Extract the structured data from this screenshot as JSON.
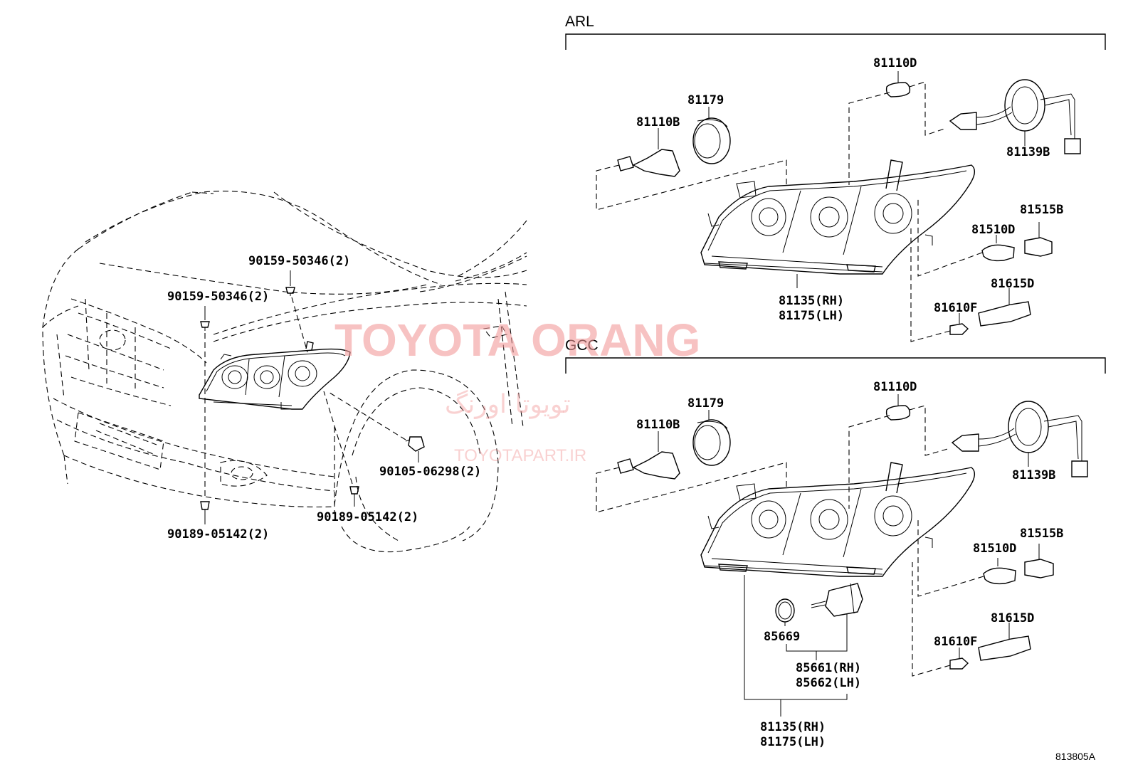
{
  "sections": {
    "arl": "ARL",
    "gcc": "GCC"
  },
  "left_parts": {
    "p1": "90159-50346(2)",
    "p2": "90159-50346(2)",
    "p3": "90105-06298(2)",
    "p4": "90189-05142(2)",
    "p5": "90189-05142(2)"
  },
  "arl_parts": {
    "p81110d": "81110D",
    "p81179": "81179",
    "p81110b": "81110B",
    "p81139b": "81139B",
    "p81515b": "81515B",
    "p81510d": "81510D",
    "p81615d": "81615D",
    "p81610f": "81610F",
    "p81135": "81135(RH)",
    "p81175": "81175(LH)"
  },
  "gcc_parts": {
    "p81110d": "81110D",
    "p81179": "81179",
    "p81110b": "81110B",
    "p81139b": "81139B",
    "p81515b": "81515B",
    "p81510d": "81510D",
    "p81615d": "81615D",
    "p81610f": "81610F",
    "p85669": "85669",
    "p85661": "85661(RH)",
    "p85662": "85662(LH)",
    "p81135": "81135(RH)",
    "p81175": "81175(LH)"
  },
  "diagram_code": "813805A",
  "watermark": {
    "main": "TOYOTA ORANG",
    "persian": "تویوتا اورنگ",
    "url": "TOYOTAPART.IR"
  },
  "colors": {
    "line": "#000000",
    "watermark": "#f29a9a"
  }
}
